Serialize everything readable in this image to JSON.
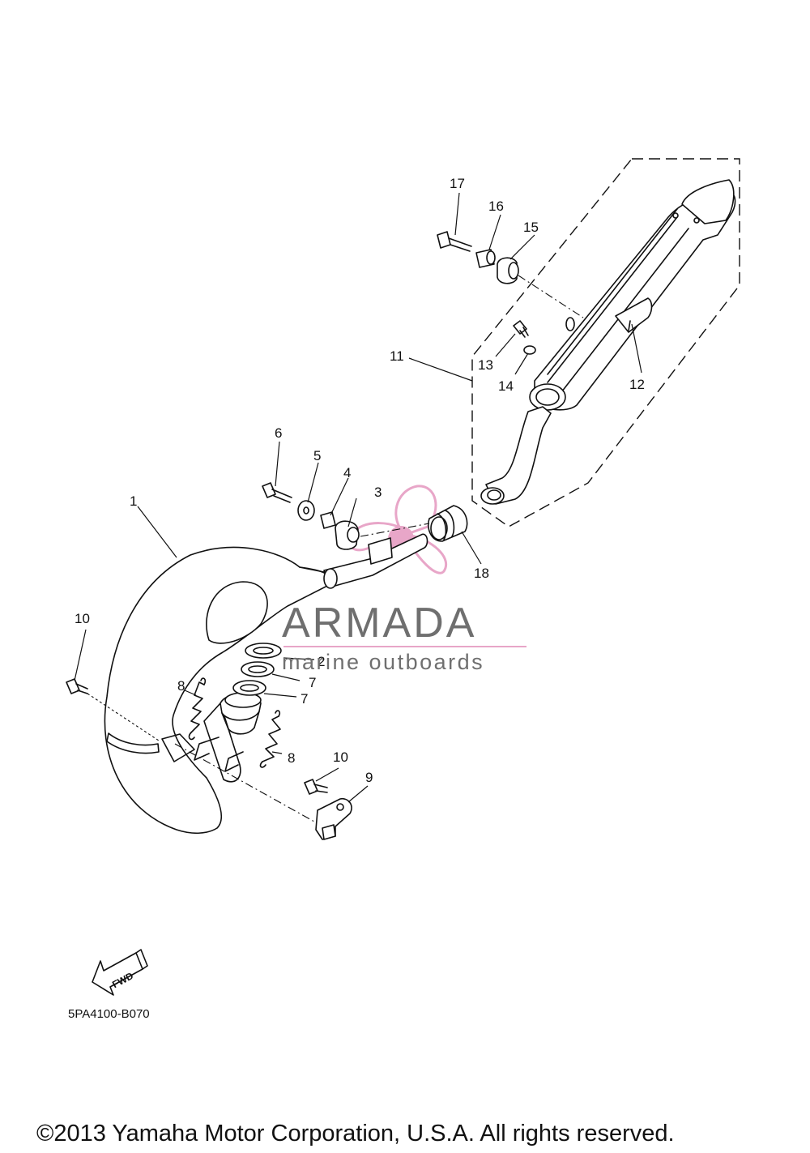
{
  "callouts": {
    "c1": "1",
    "c2": "2",
    "c3": "3",
    "c4": "4",
    "c5": "5",
    "c6": "6",
    "c7a": "7",
    "c7b": "7",
    "c8a": "8",
    "c8b": "8",
    "c9": "9",
    "c10a": "10",
    "c10b": "10",
    "c11": "11",
    "c12": "12",
    "c13": "13",
    "c14": "14",
    "c15": "15",
    "c16": "16",
    "c17": "17",
    "c18": "18"
  },
  "watermark": {
    "name": "ARMADA",
    "tagline": "marine outboards",
    "accent_color": "#e8a6c8",
    "text_color": "#6f6f6f"
  },
  "fwd_label": "FWD",
  "diagram_code": "5PA4100-B070",
  "copyright": "©2013 Yamaha Motor Corporation, U.S.A. All rights reserved."
}
